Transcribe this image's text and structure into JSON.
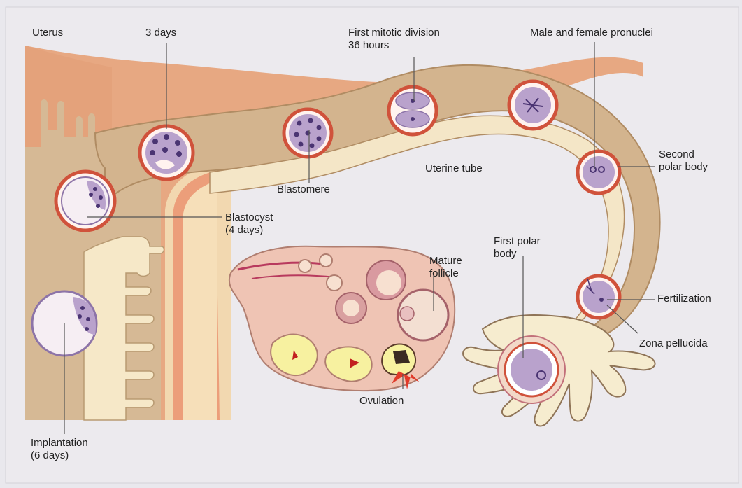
{
  "labels": {
    "uterus": "Uterus",
    "three_days": "3 days",
    "first_mitotic_line1": "First mitotic division",
    "first_mitotic_line2": "36 hours",
    "pronuclei": "Male and female pronuclei",
    "second_polar_line1": "Second",
    "second_polar_line2": "polar body",
    "uterine_tube": "Uterine tube",
    "blastomere": "Blastomere",
    "blastocyst_line1": "Blastocyst",
    "blastocyst_line2": "(4 days)",
    "mature_follicle_line1": "Mature",
    "mature_follicle_line2": "follicle",
    "first_polar_line1": "First polar",
    "first_polar_line2": "body",
    "fertilization": "Fertilization",
    "zona_pellucida": "Zona pellucida",
    "ovulation": "Ovulation",
    "implantation_line1": "Implantation",
    "implantation_line2": "(6 days)"
  },
  "colors": {
    "background": "#e9e8ed",
    "uterus_wall": "#e7a882",
    "tube": "#d6b995",
    "tube_lining": "#f4e6c7",
    "ovary": "#efc4b4",
    "cell_fill": "#b9a2cc",
    "nucleus": "#4a3472",
    "zona_ring": "#d0523b"
  }
}
